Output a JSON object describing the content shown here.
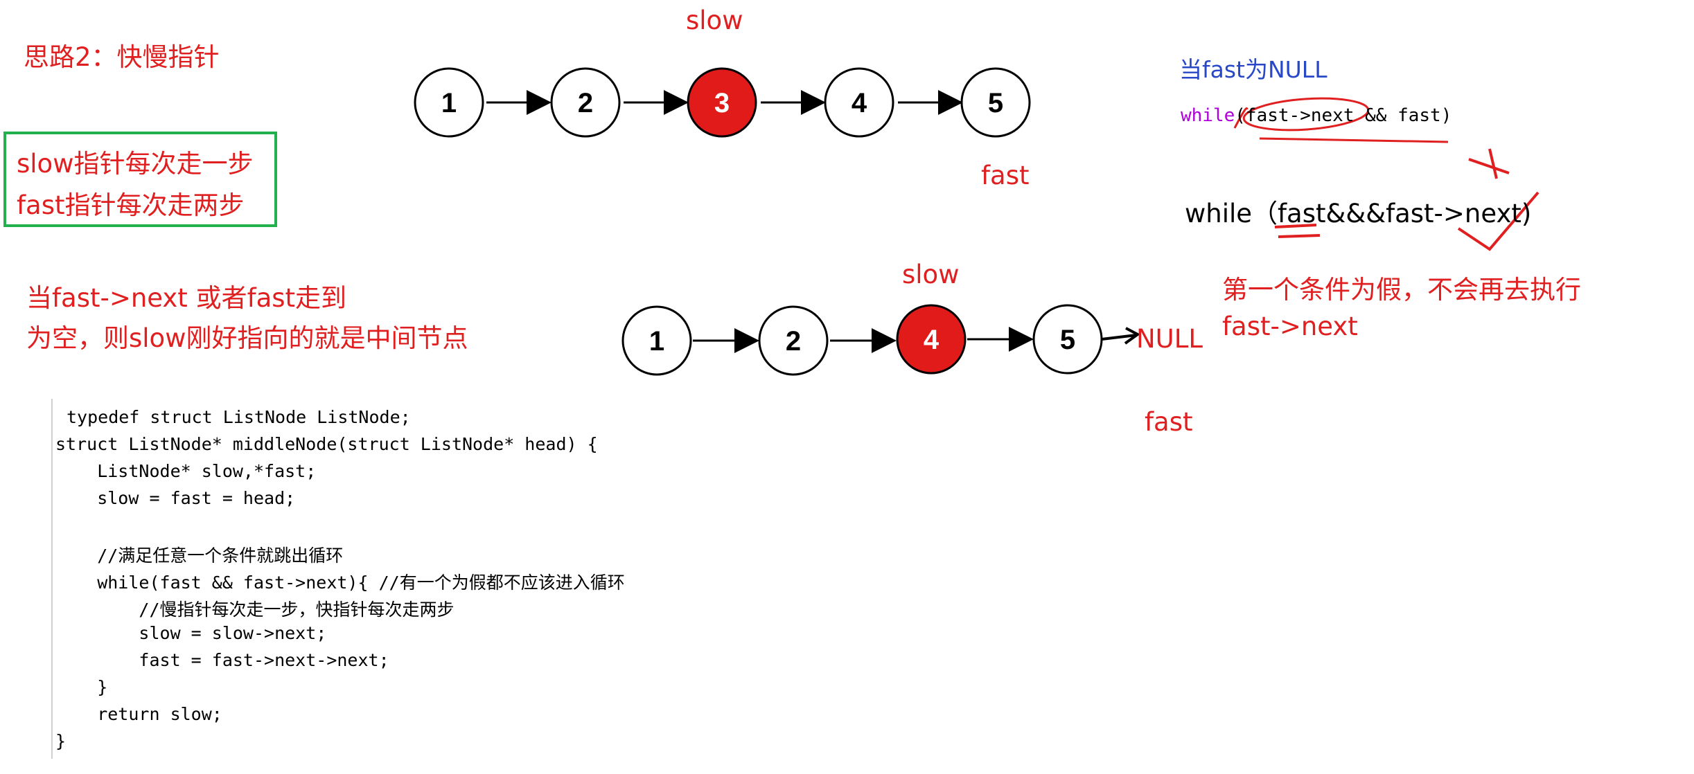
{
  "title": "思路2：快慢指针",
  "green_box": {
    "line1": "slow指针每次走一步",
    "line2": "fast指针每次走两步"
  },
  "note": {
    "line1": "当fast->next 或者fast走到",
    "line2": "为空，则slow刚好指向的就是中间节点"
  },
  "diagram1": {
    "slow_label": "slow",
    "fast_label": "fast",
    "nodes": [
      "1",
      "2",
      "3",
      "4",
      "5"
    ],
    "highlight_index": 2,
    "highlight_color": "#e11a1a"
  },
  "diagram2": {
    "slow_label": "slow",
    "fast_label": "fast",
    "nodes": [
      "1",
      "2",
      "4",
      "5"
    ],
    "highlight_index": 2,
    "null_label": "NULL",
    "highlight_color": "#e11a1a"
  },
  "right": {
    "heading": "当fast为NULL",
    "wrong_kw": "while",
    "wrong_rest": "(fast->next && fast)",
    "right_cond": "while（fast&&&fast->next)",
    "explain1": "第一个条件为假，不会再去执行",
    "explain2": "fast->next"
  },
  "code": [
    {
      "text": "typedef struct ListNode ListNode;"
    },
    {
      "text": "struct ListNode* middleNode(struct ListNode* head) {"
    },
    {
      "text": "    ListNode* slow,*fast;"
    },
    {
      "text": "    slow = fast = head;"
    },
    {
      "text": ""
    },
    {
      "text": "    //满足任意一个条件就跳出循环"
    },
    {
      "text": "    while(fast && fast->next){ //有一个为假都不应该进入循环"
    },
    {
      "text": "        //慢指针每次走一步，快指针每次走两步"
    },
    {
      "text": "        slow = slow->next;"
    },
    {
      "text": "        fast = fast->next->next;"
    },
    {
      "text": "    }"
    },
    {
      "text": "    return slow;"
    },
    {
      "text": "}"
    }
  ],
  "colors": {
    "accent_red": "#e02020",
    "green": "#22b14c",
    "blue": "#2848c8"
  }
}
